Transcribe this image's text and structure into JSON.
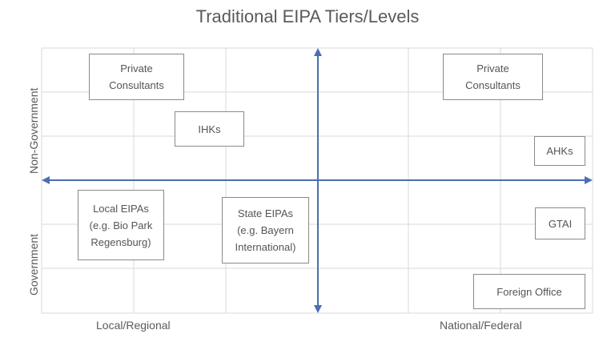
{
  "title": "Traditional EIPA Tiers/Levels",
  "axes": {
    "y_top_label": "Non-Government",
    "y_bottom_label": "Government",
    "x_left_label": "Local/Regional",
    "x_right_label": "National/Federal"
  },
  "boxes": {
    "private_left": "Private\nConsultants",
    "ihks": "IHKs",
    "local_eipas": "Local EIPAs\n(e.g. Bio Park\nRegensburg)",
    "state_eipas": "State EIPAs\n(e.g. Bayern\nInternational)",
    "private_right": "Private\nConsultants",
    "ahks": "AHKs",
    "gtai": "GTAI",
    "foreign_office": "Foreign Office"
  },
  "colors": {
    "grid": "#d9d9d9",
    "axis": "#4a6fb0",
    "box_border": "#8a8a8a"
  }
}
